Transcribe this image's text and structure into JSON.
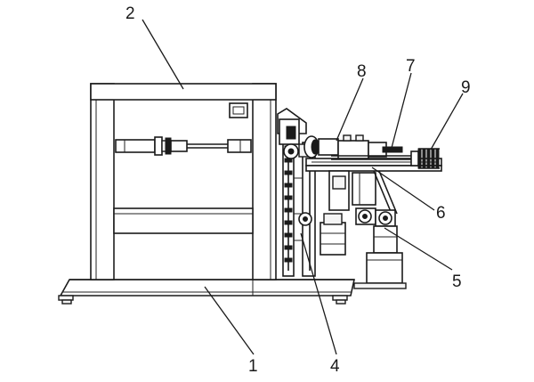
{
  "callouts": [
    {
      "id": "c1",
      "label": "1"
    },
    {
      "id": "c2",
      "label": "2"
    },
    {
      "id": "c3",
      "label": "4"
    },
    {
      "id": "c4",
      "label": "5"
    },
    {
      "id": "c5",
      "label": "6"
    },
    {
      "id": "c6",
      "label": "7"
    },
    {
      "id": "c7",
      "label": "8"
    },
    {
      "id": "c8",
      "label": "9"
    }
  ]
}
